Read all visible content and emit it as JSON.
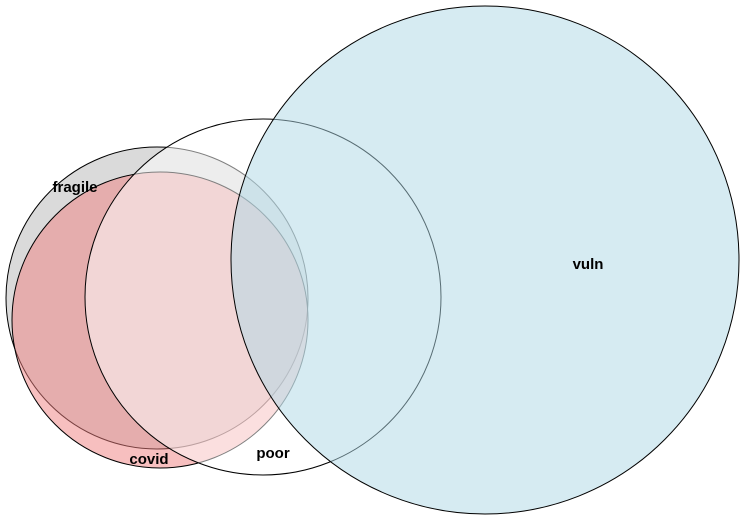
{
  "diagram": {
    "type": "venn",
    "sets": [
      {
        "id": "fragile",
        "label": "fragile",
        "fill": "#d3d3d3",
        "fill_opacity": 0.85
      },
      {
        "id": "covid",
        "label": "covid",
        "fill": "#f08080",
        "fill_opacity": 0.5
      },
      {
        "id": "poor",
        "label": "poor",
        "fill": "#ffffff",
        "fill_opacity": 0.5
      },
      {
        "id": "vuln",
        "label": "vuln",
        "fill": "#add8e6",
        "fill_opacity": 0.5
      }
    ],
    "stroke_color": "#000000"
  }
}
